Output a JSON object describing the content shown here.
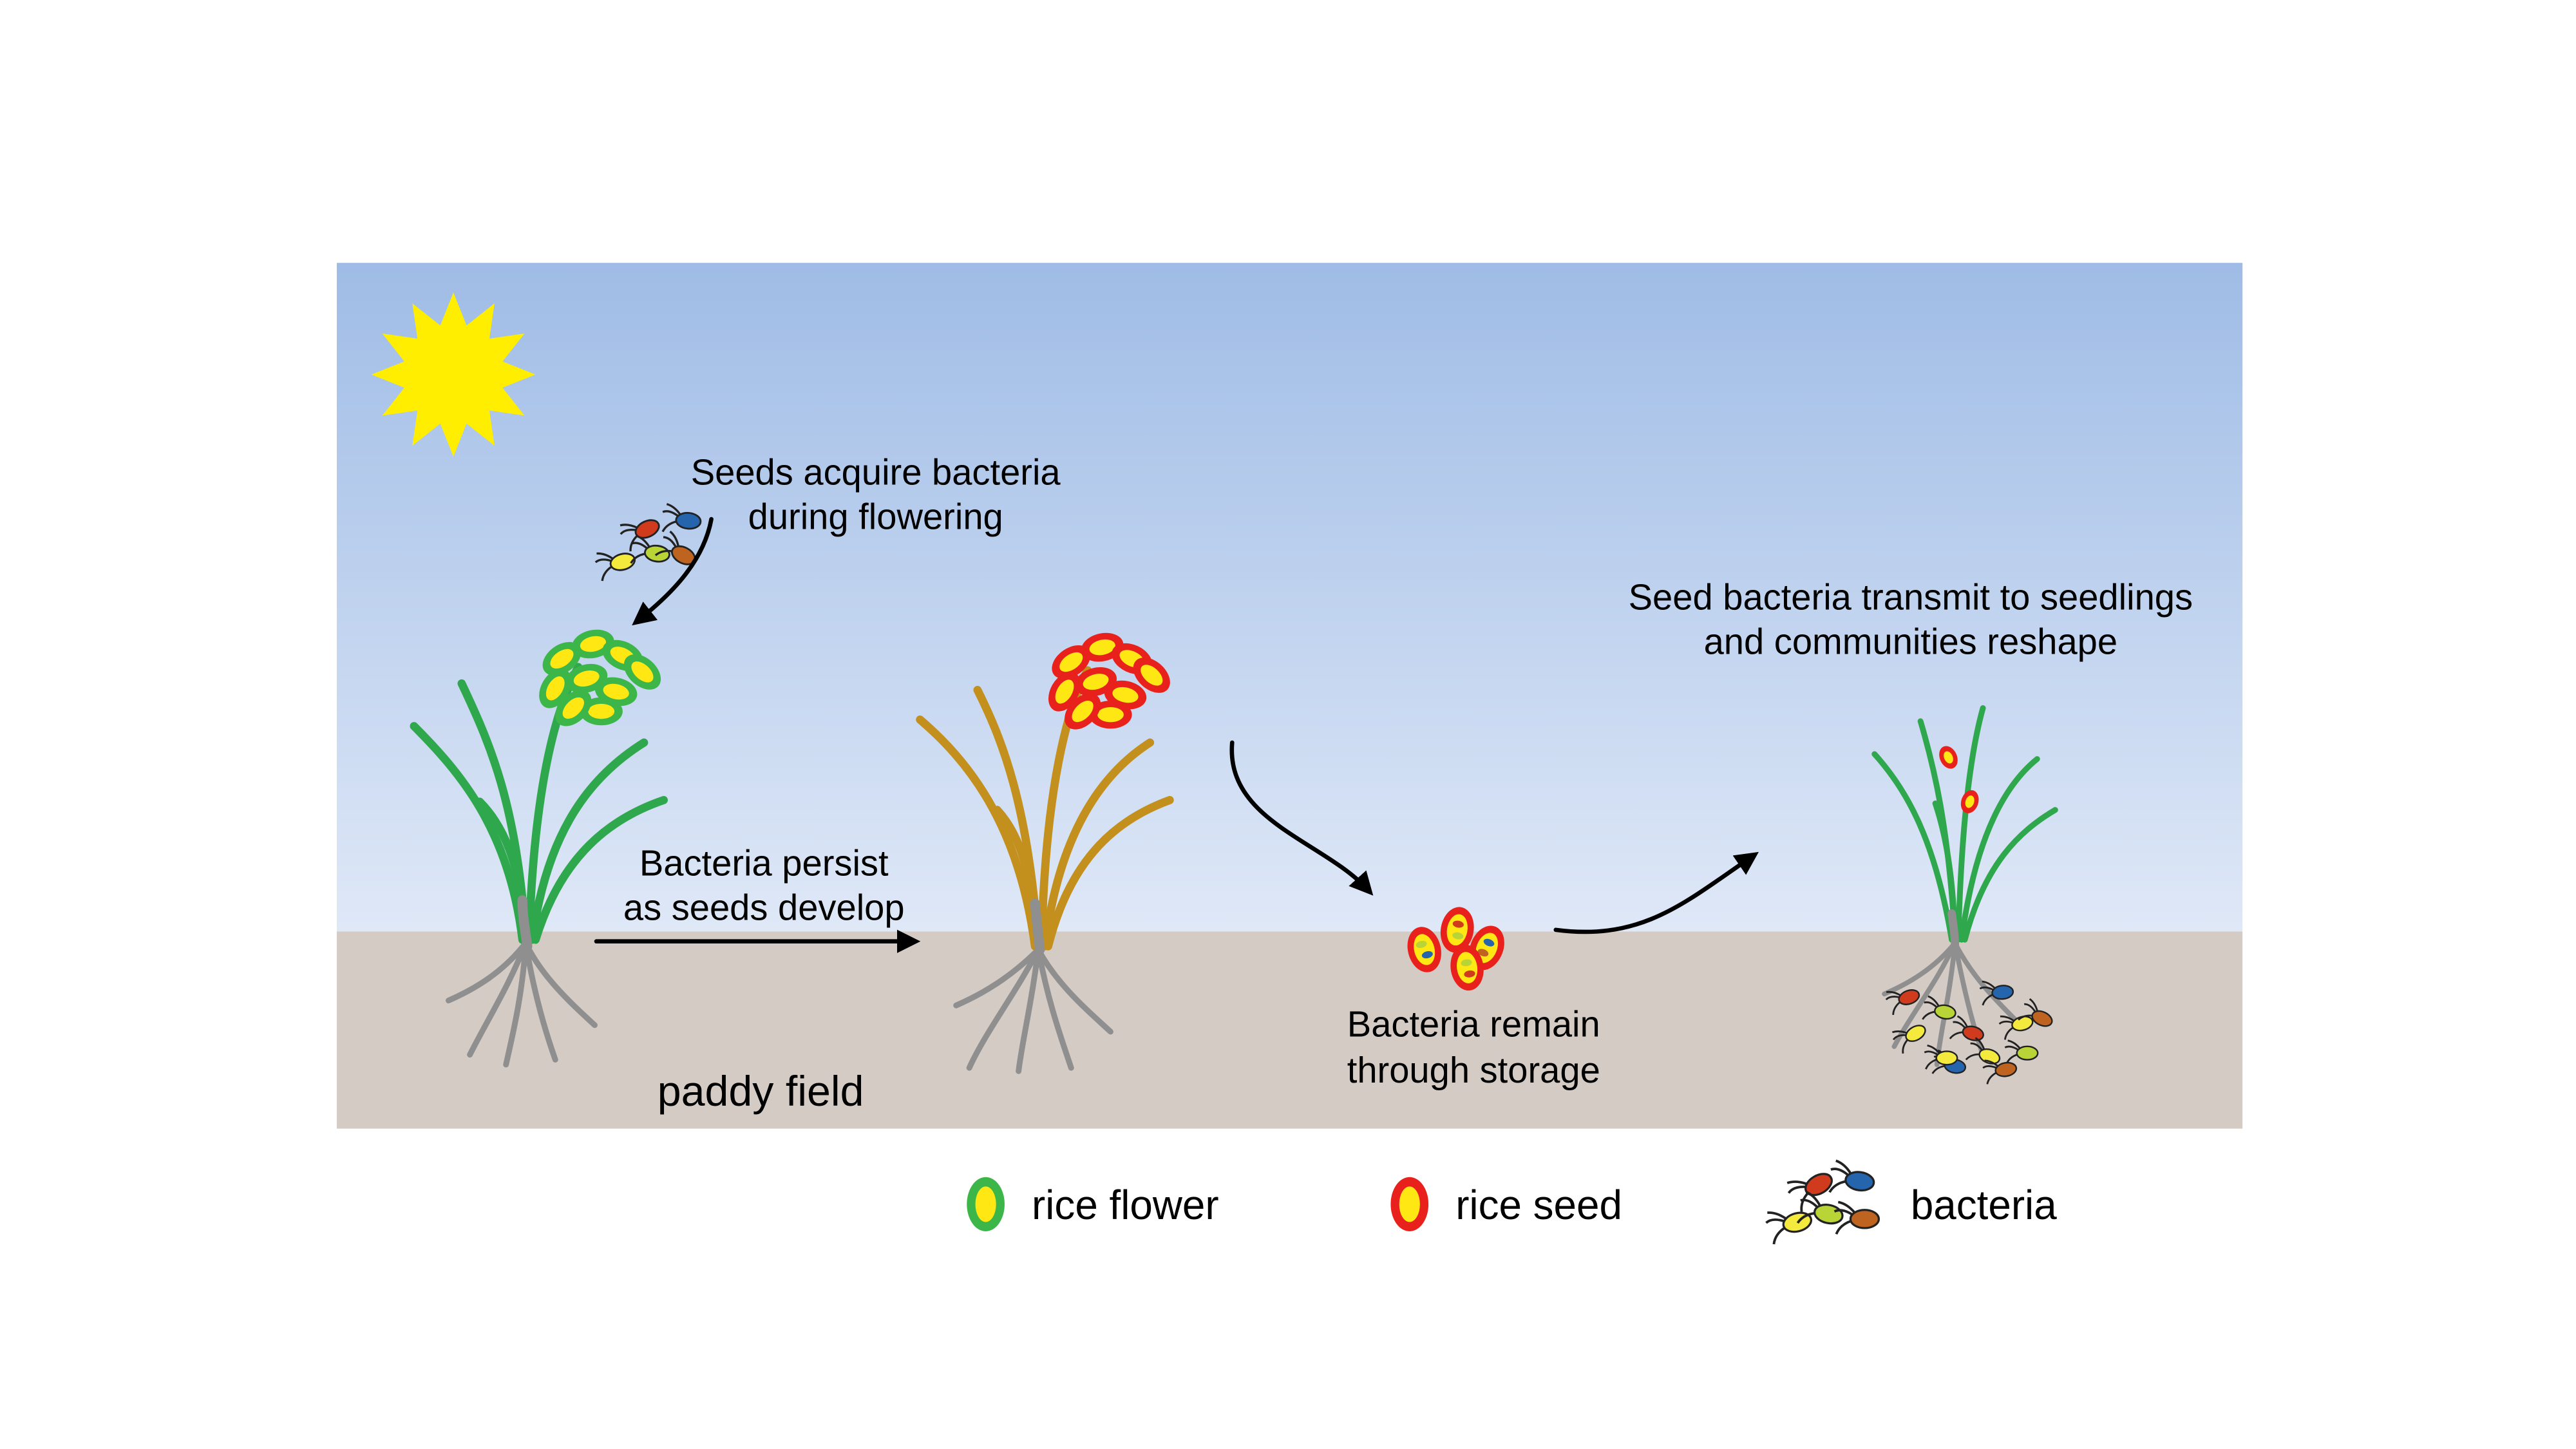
{
  "figure": {
    "annotations": {
      "acquire_line1": "Seeds acquire bacteria",
      "acquire_line2": "during flowering",
      "persist_line1": "Bacteria persist",
      "persist_line2": "as seeds develop",
      "storage_line1": "Bacteria remain",
      "storage_line2": "through storage",
      "transmit_line1": "Seed bacteria transmit to seedlings",
      "transmit_line2": "and communities reshape",
      "field_label": "paddy field"
    },
    "legend": {
      "flower_label": "rice flower",
      "seed_label": "rice seed",
      "bacteria_label": "bacteria"
    },
    "icons": {
      "sun": "sun-icon",
      "rice_flower": "rice-flower-icon",
      "rice_seed": "rice-seed-icon",
      "bacterium": "bacterium-icon"
    },
    "colors": {
      "background": "#ffffff",
      "sky_top": "#9fbce6",
      "sky_bottom": "#dfe8f7",
      "ground": "#d5cbc5",
      "sun": "#ffee00",
      "plant_green": "#2fa84d",
      "plant_gold": "#c3901d",
      "root_gray": "#8f8f8f",
      "flower_green": "#3cb649",
      "flower_yellow": "#ffe713",
      "seed_red": "#e8211c",
      "seed_yellow": "#ffe713",
      "arrow": "#000000",
      "bacteria_red": "#cf3b1c",
      "bacteria_blue": "#2465ae",
      "bacteria_yellow": "#f3ea3d",
      "bacteria_green": "#b9d437",
      "bacteria_orange": "#bf6420"
    }
  }
}
